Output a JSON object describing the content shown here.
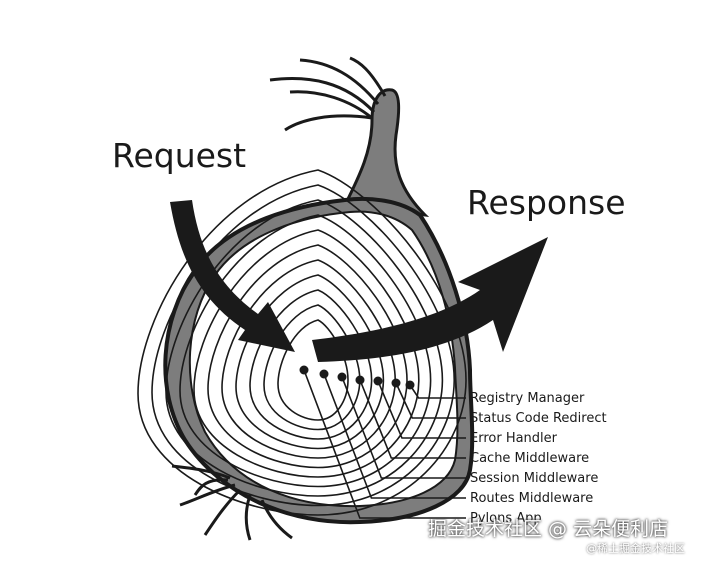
{
  "labels": {
    "request": "Request",
    "response": "Response"
  },
  "layers": [
    "Registry Manager",
    "Status Code Redirect",
    "Error Handler",
    "Cache Middleware",
    "Session Middleware",
    "Routes Middleware",
    "Pylons App"
  ],
  "watermark": {
    "main": "掘金技术社区 @ 云朵便利店",
    "sub": "@稀土掘金技术社区"
  },
  "colors": {
    "ink": "#1a1a1a",
    "skin": "#7d7d7d",
    "ring": "#1a1a1a",
    "background": "#ffffff"
  }
}
